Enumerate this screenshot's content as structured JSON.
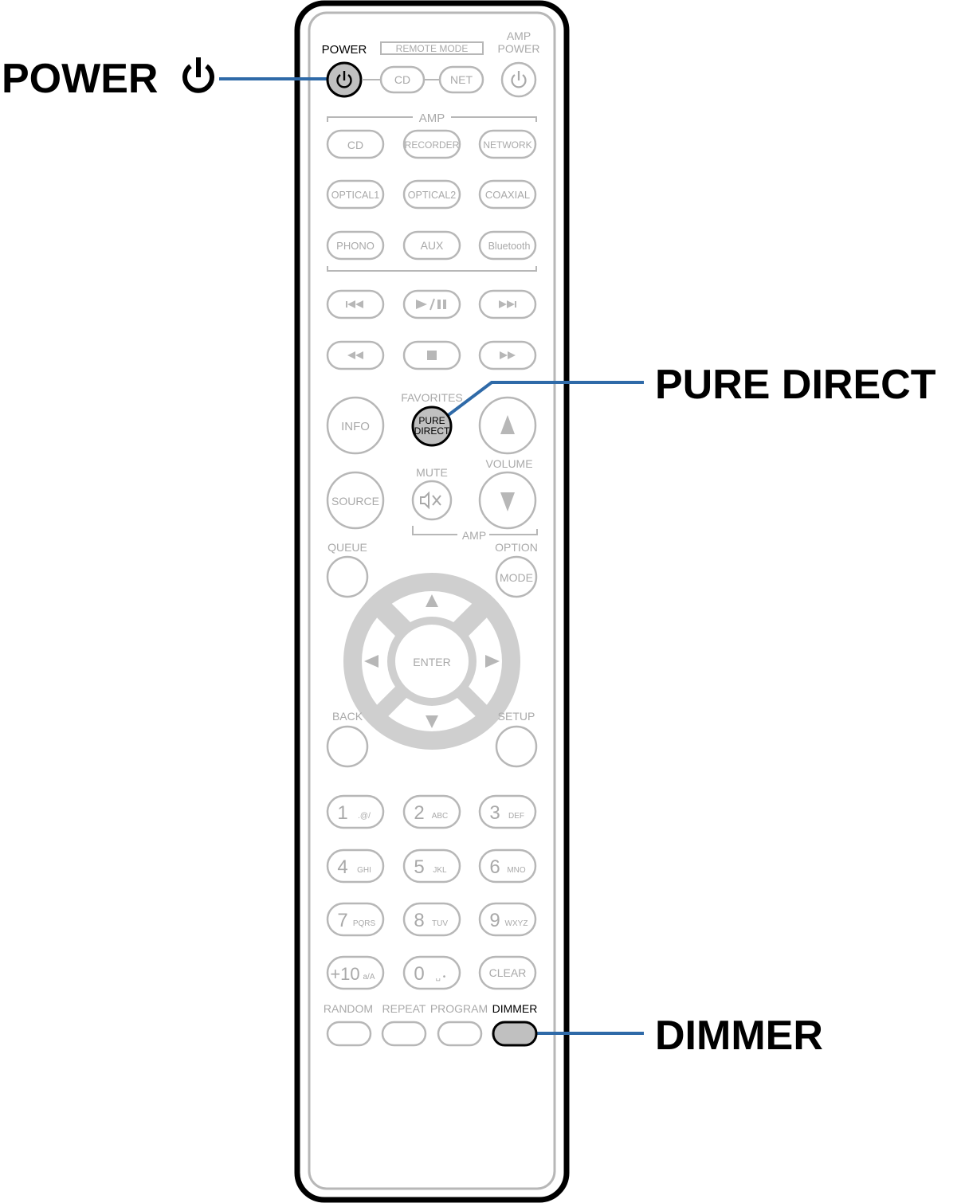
{
  "colors": {
    "outline_dark": "#000000",
    "faint": "#b7b7b7",
    "faint_text": "#a9a9a9",
    "highlight_fill": "#c0c0c0",
    "callout_line": "#2f6aa8",
    "dpad_fill": "#cfcfcf"
  },
  "callouts": {
    "power": "POWER",
    "pure_direct": "PURE DIRECT",
    "dimmer": "DIMMER"
  },
  "top": {
    "power_label": "POWER",
    "remote_mode_label": "REMOTE MODE",
    "cd": "CD",
    "net": "NET",
    "amp_power_line1": "AMP",
    "amp_power_line2": "POWER"
  },
  "amp_group": {
    "label": "AMP",
    "rows": [
      [
        "CD",
        "RECORDER",
        "NETWORK"
      ],
      [
        "OPTICAL1",
        "OPTICAL2",
        "COAXIAL"
      ],
      [
        "PHONO",
        "AUX",
        "Bluetooth"
      ]
    ]
  },
  "transport_icons": [
    "prev-track-icon",
    "play-pause-icon",
    "next-track-icon",
    "rewind-icon",
    "stop-icon",
    "fast-forward-icon"
  ],
  "middle": {
    "favorites": "FAVORITES",
    "pure_line1": "PURE",
    "pure_line2": "DIRECT",
    "info": "INFO",
    "mute": "MUTE",
    "volume": "VOLUME",
    "source": "SOURCE",
    "amp": "AMP",
    "queue": "QUEUE",
    "option": "OPTION",
    "mode": "MODE",
    "enter": "ENTER",
    "back": "BACK",
    "setup": "SETUP"
  },
  "keypad": [
    {
      "num": "1",
      "sub": ".@/"
    },
    {
      "num": "2",
      "sub": "ABC"
    },
    {
      "num": "3",
      "sub": "DEF"
    },
    {
      "num": "4",
      "sub": "GHI"
    },
    {
      "num": "5",
      "sub": "JKL"
    },
    {
      "num": "6",
      "sub": "MNO"
    },
    {
      "num": "7",
      "sub": "PQRS"
    },
    {
      "num": "8",
      "sub": "TUV"
    },
    {
      "num": "9",
      "sub": "WXYZ"
    },
    {
      "num": "+10",
      "sub": "a/A"
    },
    {
      "num": "0",
      "sub": "␣ •"
    },
    {
      "num": "CLEAR",
      "sub": ""
    }
  ],
  "bottom": {
    "random": "RANDOM",
    "repeat": "REPEAT",
    "program": "PROGRAM",
    "dimmer": "DIMMER"
  }
}
